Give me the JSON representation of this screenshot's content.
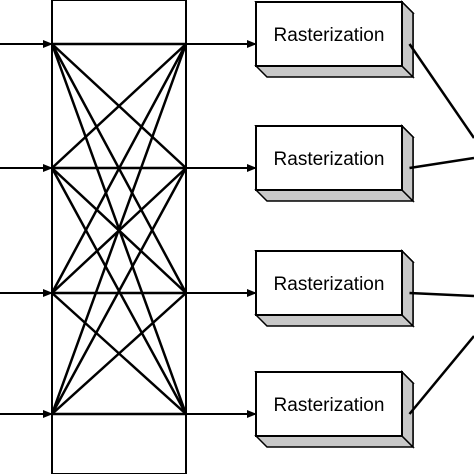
{
  "diagram": {
    "input_count": 4,
    "stage_boxes": [
      {
        "label": "Rasterization"
      },
      {
        "label": "Rasterization"
      },
      {
        "label": "Rasterization"
      },
      {
        "label": "Rasterization"
      }
    ],
    "colors": {
      "stroke": "#000000",
      "box_fill": "#ffffff",
      "box_shadow": "#c8c8c8",
      "background": "#ffffff"
    }
  }
}
